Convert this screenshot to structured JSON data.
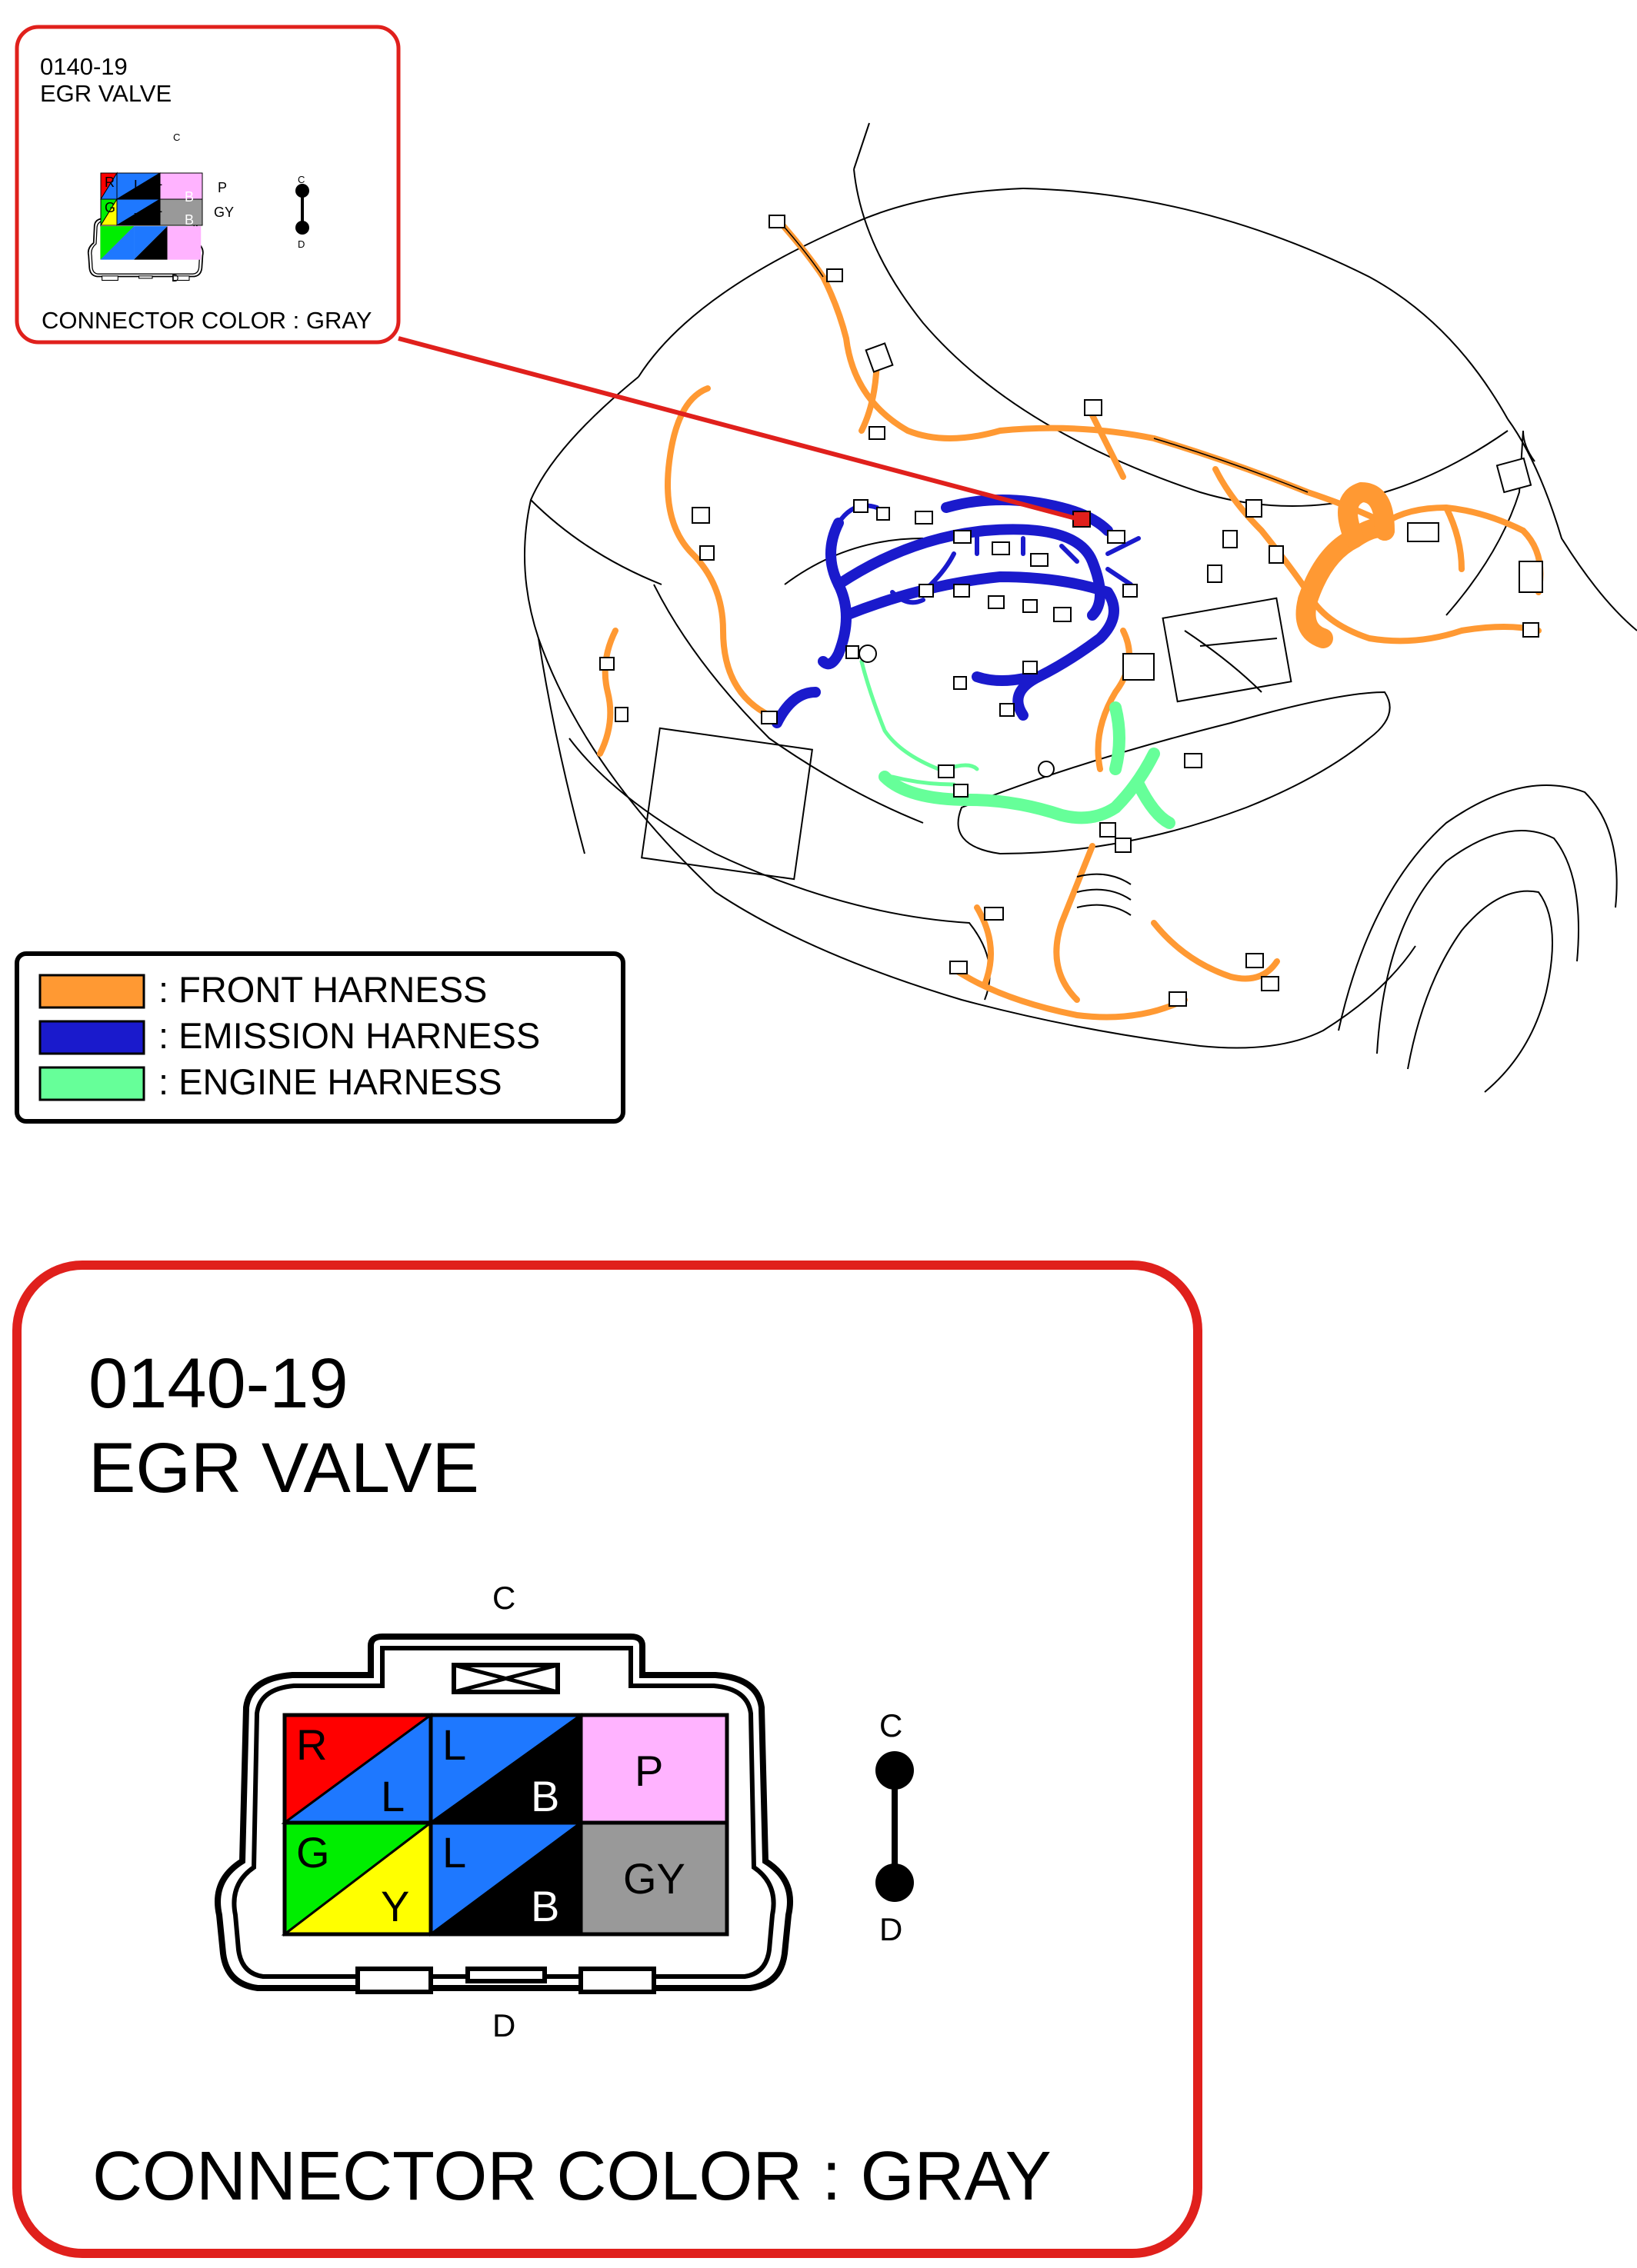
{
  "connector": {
    "code": "0140-19",
    "name": "EGR VALVE",
    "connector_color_label": "CONNECTOR COLOR : GRAY",
    "top_key": "C",
    "bottom_key": "D",
    "pins": [
      {
        "top": "R",
        "bottom": "L",
        "top_color": "#ff0000",
        "bottom_color": "#1e78ff"
      },
      {
        "top": "L",
        "bottom": "B",
        "top_color": "#1e78ff",
        "bottom_color": "#000000"
      },
      {
        "label": "P",
        "color": "#ffb3ff"
      },
      {
        "top": "G",
        "bottom": "Y",
        "top_color": "#00ee00",
        "bottom_color": "#ffff00"
      },
      {
        "top": "L",
        "bottom": "B",
        "top_color": "#1e78ff",
        "bottom_color": "#000000"
      },
      {
        "label": "GY",
        "color": "#999999"
      }
    ],
    "circuit": {
      "top": "C",
      "bottom": "D"
    }
  },
  "legend": [
    {
      "label": ": FRONT HARNESS",
      "color": "#ff9933"
    },
    {
      "label": ": EMISSION HARNESS",
      "color": "#1a1acc"
    },
    {
      "label": ": ENGINE HARNESS",
      "color": "#66ff99"
    }
  ],
  "callout_color": "#e0201c"
}
